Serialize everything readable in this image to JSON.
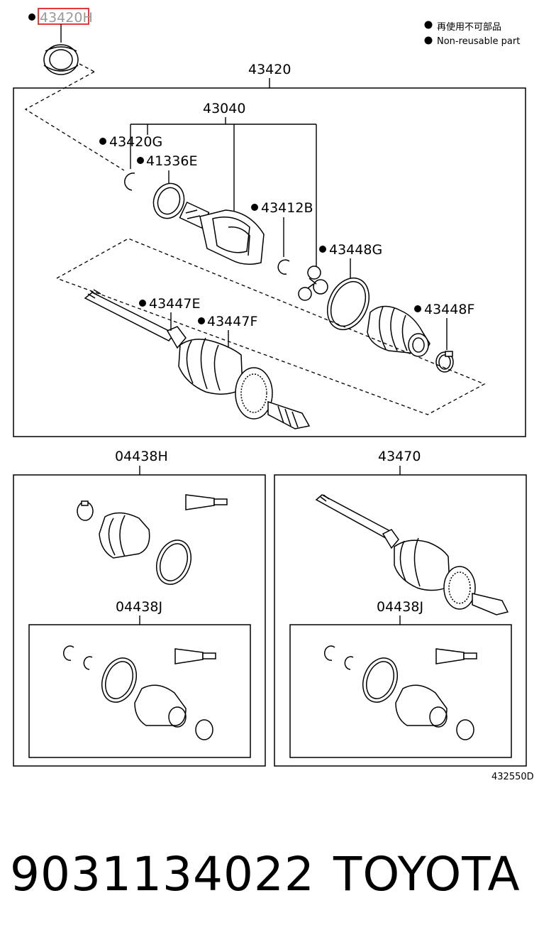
{
  "legend": {
    "jp": "再使用不可部品",
    "en": "Non-reusable part"
  },
  "labels": {
    "seal": "43420H",
    "shaft_assy": "43420",
    "inboard_joint": "43040",
    "snap_ring_g": "43420G",
    "oil_seal": "41336E",
    "snap_ring_b": "43412B",
    "clamp_g": "43448G",
    "clamp_e": "43447E",
    "clamp_f": "43447F",
    "clamp_f2": "43448F",
    "boot_kit_h": "04438H",
    "outboard_shaft": "43470",
    "boot_kit_j_left": "04438J",
    "boot_kit_j_right": "04438J"
  },
  "diagram_code": "432550D",
  "footer": {
    "part_number": "9031134022",
    "brand": "TOYOTA"
  }
}
